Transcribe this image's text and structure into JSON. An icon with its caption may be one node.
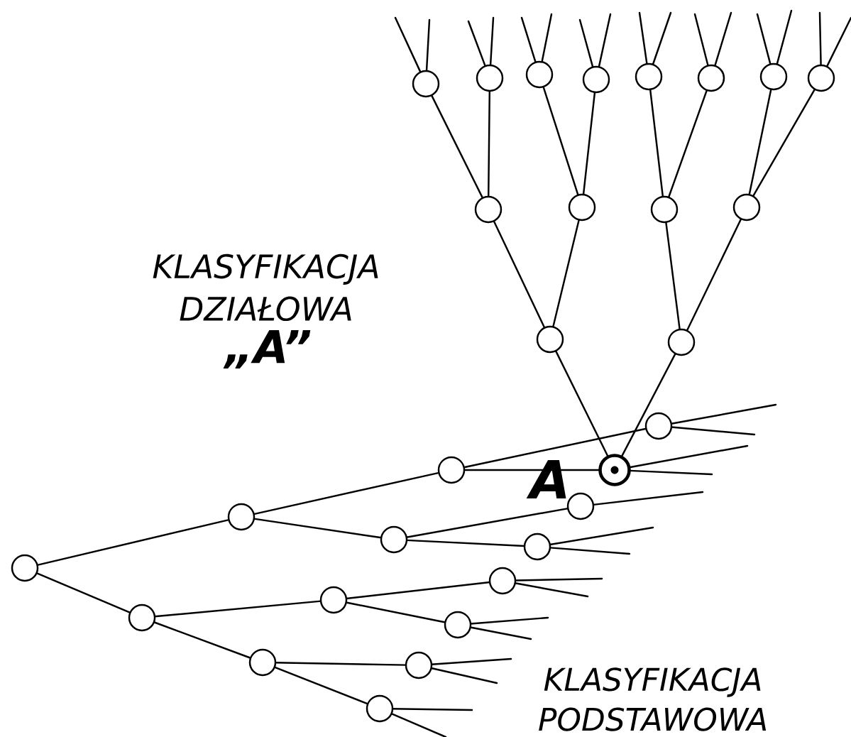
{
  "diagram": {
    "nodes": [
      {
        "text": [],
        "shape": "circle"
      },
      {
        "text": [],
        "shape": "circle"
      },
      {
        "text": [],
        "shape": "circle"
      },
      {
        "text": [],
        "shape": "circle"
      },
      {
        "text": [],
        "shape": "circle"
      },
      {
        "text": [],
        "shape": "circle"
      },
      {
        "text": [],
        "shape": "circle"
      },
      {
        "text": [],
        "shape": "circle"
      },
      {
        "text": [],
        "shape": "circle"
      },
      {
        "text": [],
        "shape": "circle"
      },
      {
        "text": [],
        "shape": "circle"
      },
      {
        "text": [],
        "shape": "circle"
      },
      {
        "text": [],
        "shape": "circle"
      },
      {
        "text": [],
        "shape": "circle"
      },
      {
        "text": [],
        "shape": "circle"
      },
      {
        "text": [],
        "shape": "circle"
      },
      {
        "text": [],
        "shape": "circle"
      },
      {
        "text": [],
        "shape": "circle"
      },
      {
        "text": [],
        "shape": "circle"
      },
      {
        "text": [],
        "shape": "circle"
      },
      {
        "text": [],
        "shape": "circle"
      },
      {
        "text": [],
        "shape": "circle"
      },
      {
        "text": [],
        "shape": "bullseye"
      },
      {
        "text": [],
        "shape": "circle"
      },
      {
        "text": [],
        "shape": "circle"
      },
      {
        "text": [],
        "shape": "circle"
      },
      {
        "text": [],
        "shape": "circle"
      },
      {
        "text": [],
        "shape": "circle"
      },
      {
        "text": [],
        "shape": "circle"
      }
    ],
    "edges": [
      {
        "from": 22,
        "to": 12,
        "arrow": "none"
      },
      {
        "from": 22,
        "to": 13,
        "arrow": "none"
      },
      {
        "from": 12,
        "to": 8,
        "arrow": "none"
      },
      {
        "from": 12,
        "to": 9,
        "arrow": "none"
      },
      {
        "from": 13,
        "to": 10,
        "arrow": "none"
      },
      {
        "from": 13,
        "to": 11,
        "arrow": "none"
      },
      {
        "from": 8,
        "to": 0,
        "arrow": "none"
      },
      {
        "from": 8,
        "to": 1,
        "arrow": "none"
      },
      {
        "from": 9,
        "to": 2,
        "arrow": "none"
      },
      {
        "from": 9,
        "to": 3,
        "arrow": "none"
      },
      {
        "from": 10,
        "to": 4,
        "arrow": "none"
      },
      {
        "from": 10,
        "to": 5,
        "arrow": "none"
      },
      {
        "from": 11,
        "to": 6,
        "arrow": "none"
      },
      {
        "from": 11,
        "to": 7,
        "arrow": "none"
      },
      {
        "from": 0,
        "to": null,
        "arrow": "none"
      },
      {
        "from": 0,
        "to": null,
        "arrow": "none"
      },
      {
        "from": 1,
        "to": null,
        "arrow": "none"
      },
      {
        "from": 1,
        "to": null,
        "arrow": "none"
      },
      {
        "from": 2,
        "to": null,
        "arrow": "none"
      },
      {
        "from": 2,
        "to": null,
        "arrow": "none"
      },
      {
        "from": 3,
        "to": null,
        "arrow": "none"
      },
      {
        "from": 3,
        "to": null,
        "arrow": "none"
      },
      {
        "from": 4,
        "to": null,
        "arrow": "none"
      },
      {
        "from": 4,
        "to": null,
        "arrow": "none"
      },
      {
        "from": 5,
        "to": null,
        "arrow": "none"
      },
      {
        "from": 5,
        "to": null,
        "arrow": "none"
      },
      {
        "from": 6,
        "to": null,
        "arrow": "none"
      },
      {
        "from": 6,
        "to": null,
        "arrow": "none"
      },
      {
        "from": 7,
        "to": null,
        "arrow": "none"
      },
      {
        "from": 7,
        "to": null,
        "arrow": "none"
      },
      {
        "from": 14,
        "to": 15,
        "arrow": "none"
      },
      {
        "from": 14,
        "to": 16,
        "arrow": "none"
      },
      {
        "from": 15,
        "to": 17,
        "arrow": "none"
      },
      {
        "from": 15,
        "to": 18,
        "arrow": "none"
      },
      {
        "from": 16,
        "to": 19,
        "arrow": "none"
      },
      {
        "from": 16,
        "to": 20,
        "arrow": "none"
      },
      {
        "from": 17,
        "to": 21,
        "arrow": "none"
      },
      {
        "from": 17,
        "to": 22,
        "arrow": "none"
      },
      {
        "from": 18,
        "to": 23,
        "arrow": "none"
      },
      {
        "from": 18,
        "to": 24,
        "arrow": "none"
      },
      {
        "from": 19,
        "to": 25,
        "arrow": "none"
      },
      {
        "from": 19,
        "to": 26,
        "arrow": "none"
      },
      {
        "from": 20,
        "to": 27,
        "arrow": "none"
      },
      {
        "from": 20,
        "to": 28,
        "arrow": "none"
      },
      {
        "from": 21,
        "to": null,
        "arrow": "none"
      },
      {
        "from": 21,
        "to": null,
        "arrow": "none"
      },
      {
        "from": 22,
        "to": null,
        "arrow": "none"
      },
      {
        "from": 22,
        "to": null,
        "arrow": "none"
      },
      {
        "from": 23,
        "to": null,
        "arrow": "none"
      },
      {
        "from": 24,
        "to": null,
        "arrow": "none"
      },
      {
        "from": 24,
        "to": null,
        "arrow": "none"
      },
      {
        "from": 25,
        "to": null,
        "arrow": "none"
      },
      {
        "from": 25,
        "to": null,
        "arrow": "none"
      },
      {
        "from": 26,
        "to": null,
        "arrow": "none"
      },
      {
        "from": 26,
        "to": null,
        "arrow": "none"
      },
      {
        "from": 27,
        "to": null,
        "arrow": "none"
      },
      {
        "from": 27,
        "to": null,
        "arrow": "none"
      },
      {
        "from": 28,
        "to": null,
        "arrow": "none"
      },
      {
        "from": 28,
        "to": null,
        "arrow": "none"
      }
    ],
    "labels": [
      "KLASYFIKACJA DZIAŁOWA",
      "„A”",
      "A",
      "KLASYFIKACJA PODSTAWOWA"
    ]
  }
}
